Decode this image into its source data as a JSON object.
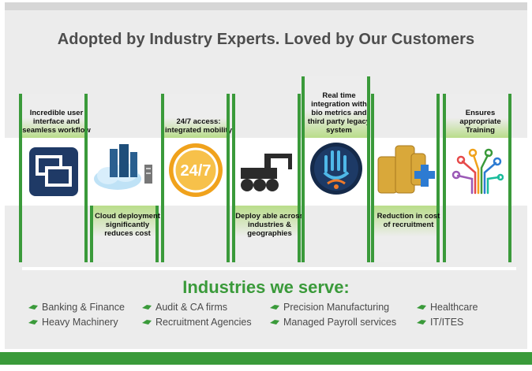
{
  "headline": "Adopted by Industry Experts. Loved by Our Customers",
  "features": [
    {
      "label": "Incredible user interface and seamless workflow",
      "position": "top",
      "icon": "windows-icon"
    },
    {
      "label": "Cloud deployment significantly reduces cost",
      "position": "bottom",
      "icon": "cloud-server-icon"
    },
    {
      "label": "24/7 access: integrated mobility",
      "position": "top",
      "icon": "clock-24-7-icon"
    },
    {
      "label": "Deploy able across industries & geographies",
      "position": "bottom",
      "icon": "robot-arm-icon"
    },
    {
      "label": "Real time integration with bio metrics and third party legacy system",
      "position": "top",
      "icon": "biometric-hand-icon"
    },
    {
      "label": "Reduction in cost of recruitment",
      "position": "bottom",
      "icon": "coins-plus-icon"
    },
    {
      "label": "Ensures appropriate Training",
      "position": "top",
      "icon": "circuit-tree-icon"
    }
  ],
  "industries_title": "Industries we serve:",
  "industries": [
    "Banking & Finance",
    "Audit & CA firms",
    "Precision Manufacturing",
    "Healthcare",
    "Heavy Machinery",
    "Recruitment  Agencies",
    "Managed Payroll services",
    "IT/ITES"
  ],
  "colors": {
    "accent": "#3a9a3a",
    "headline": "#4d4d4d",
    "background": "#ececec"
  }
}
